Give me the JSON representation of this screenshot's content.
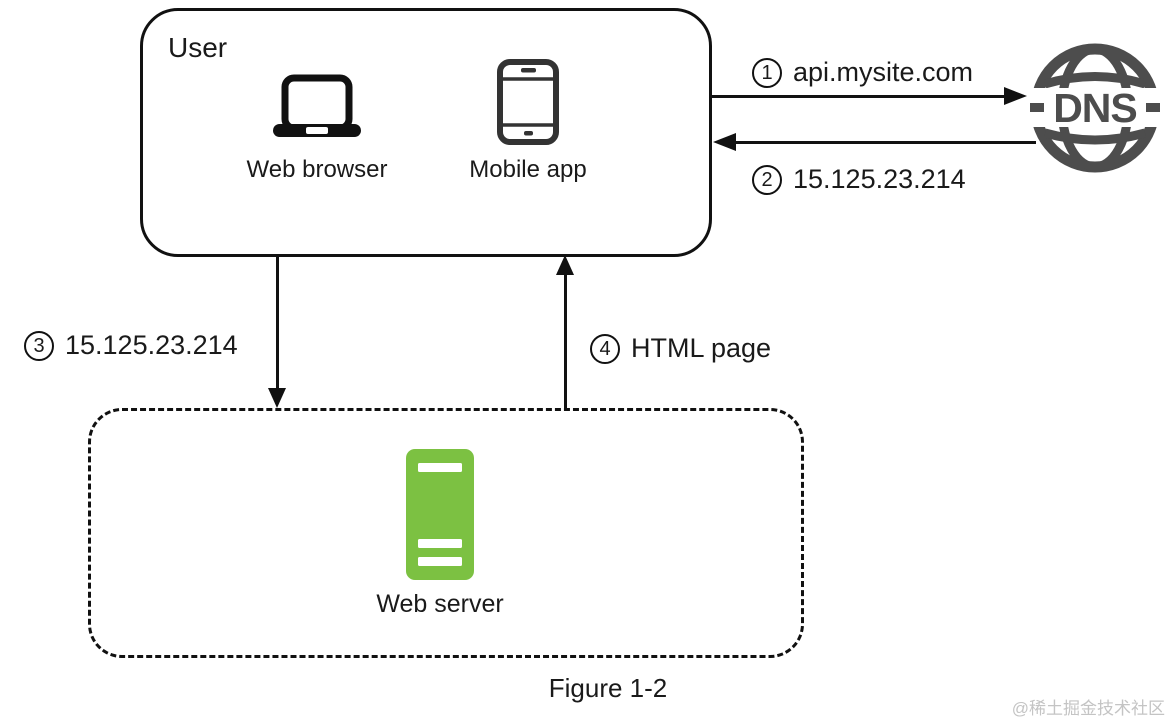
{
  "diagram": {
    "user_box": {
      "title": "User",
      "devices": [
        {
          "label": "Web browser",
          "icon": "laptop-icon"
        },
        {
          "label": "Mobile app",
          "icon": "mobile-phone-icon"
        }
      ]
    },
    "dns_label": "DNS",
    "steps": [
      {
        "number": "1",
        "text": "api.mysite.com"
      },
      {
        "number": "2",
        "text": "15.125.23.214"
      },
      {
        "number": "3",
        "text": "15.125.23.214"
      },
      {
        "number": "4",
        "text": "HTML page"
      }
    ],
    "server_box": {
      "label": "Web server"
    },
    "caption": "Figure 1-2",
    "watermark": "@稀土掘金技术社区"
  },
  "colors": {
    "line": "#111111",
    "dns_gray": "#4d4d4d",
    "server_green": "#7cc142",
    "watermark_gray": "#c4c4c4"
  }
}
